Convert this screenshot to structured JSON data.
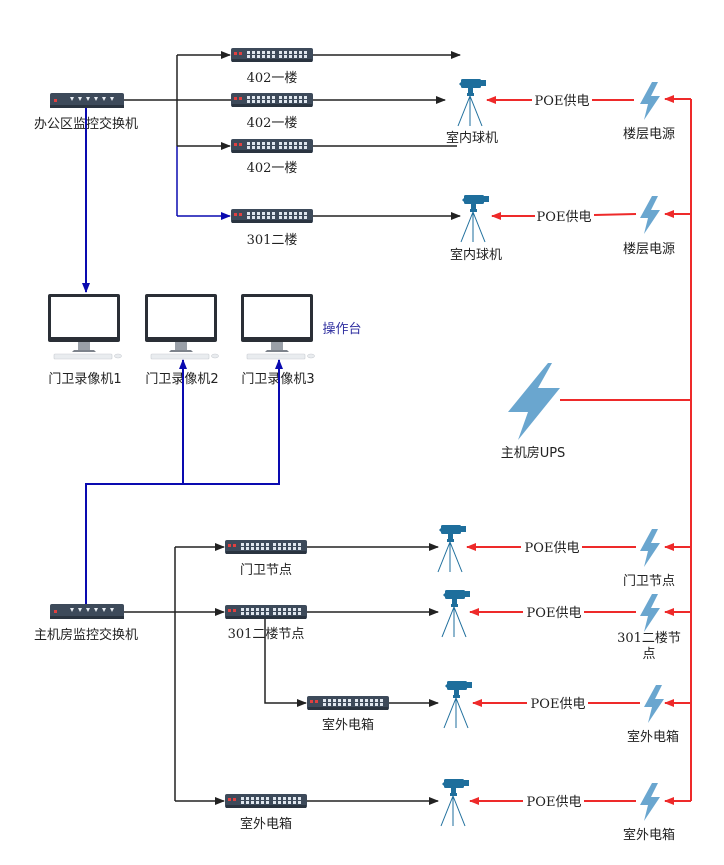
{
  "colors": {
    "data_line": "#222222",
    "blue_line": "#0a0ab0",
    "power_line": "#ee2a2a",
    "switch_body": "#3d4a5a",
    "camera": "#1e6e9c",
    "bolt": "#6aa6cf",
    "monitor": "#2a2f36"
  },
  "labels": {
    "office_switch": "办公区监控交换机",
    "main_switch": "主机房监控交换机",
    "ups": "主机房UPS",
    "console": "操作台"
  },
  "office_branches": [
    "402一楼",
    "402一楼",
    "402一楼",
    "301二楼"
  ],
  "indoor_cameras": [
    "室内球机",
    "室内球机"
  ],
  "floor_power": [
    "楼层电源",
    "楼层电源"
  ],
  "poe_label": "POE供电",
  "recorders": [
    "门卫录像机1",
    "门卫录像机2",
    "门卫录像机3"
  ],
  "main_branches": [
    "门卫节点",
    "301二楼节点",
    "室外电箱",
    "室外电箱"
  ],
  "outdoor_power": [
    "门卫节点",
    "301二楼节",
    "点",
    "室外电箱",
    "室外电箱"
  ]
}
